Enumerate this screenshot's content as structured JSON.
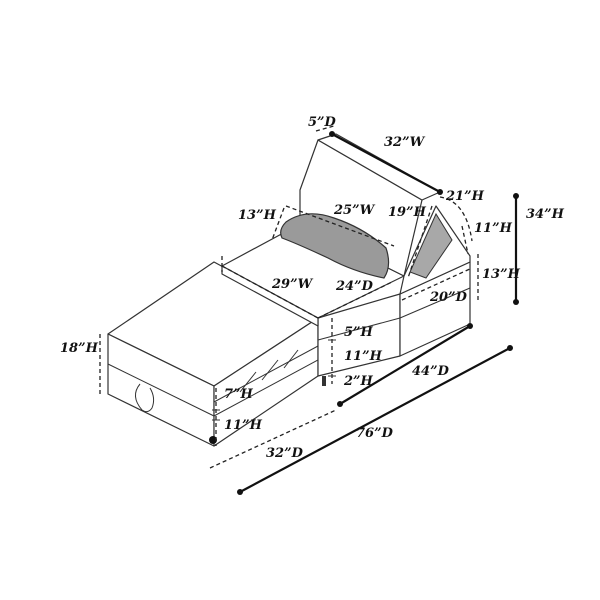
{
  "dimensions": [
    {
      "id": "backrest-depth",
      "text": "5”D"
    },
    {
      "id": "backrest-width",
      "text": "32”W"
    },
    {
      "id": "back-height-21",
      "text": "21”H"
    },
    {
      "id": "overall-height",
      "text": "34”H"
    },
    {
      "id": "pillow-width",
      "text": "25”W"
    },
    {
      "id": "pillow-height",
      "text": "13”H"
    },
    {
      "id": "inner-back-height",
      "text": "19”H"
    },
    {
      "id": "arm-height-11",
      "text": "11”H"
    },
    {
      "id": "arm-height-13",
      "text": "13”H"
    },
    {
      "id": "seat-width",
      "text": "29”W"
    },
    {
      "id": "seat-depth",
      "text": "24”D"
    },
    {
      "id": "arm-depth",
      "text": "20”D"
    },
    {
      "id": "seat-height",
      "text": "18”H"
    },
    {
      "id": "cushion-height-5",
      "text": "5”H"
    },
    {
      "id": "base-height-11",
      "text": "11”H"
    },
    {
      "id": "leg-height",
      "text": "2”H"
    },
    {
      "id": "chair-depth",
      "text": "44”D"
    },
    {
      "id": "ottoman-height-7",
      "text": "7”H"
    },
    {
      "id": "ottoman-height-11",
      "text": "11”H"
    },
    {
      "id": "ottoman-depth",
      "text": "32”D"
    },
    {
      "id": "extended-depth",
      "text": "76”D"
    }
  ]
}
